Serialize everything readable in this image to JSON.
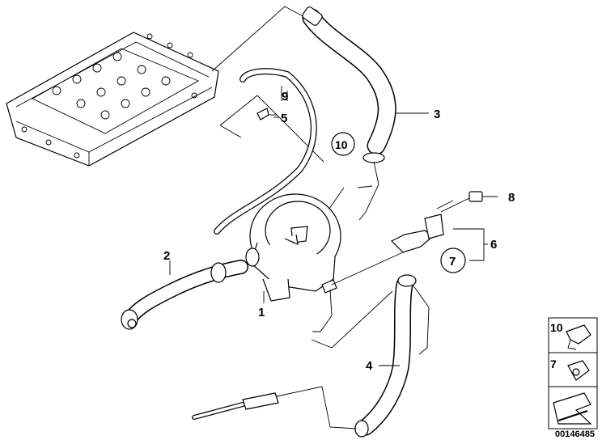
{
  "callouts": {
    "c1": "1",
    "c2": "2",
    "c3": "3",
    "c4": "4",
    "c5": "5",
    "c6": "6",
    "c7": "7",
    "c8": "8",
    "c9": "9",
    "c10": "10"
  },
  "legend": {
    "item_10": "10",
    "item_7": "7"
  },
  "doc_number": "00146485",
  "colors": {
    "ink": "#000000",
    "paper": "#ffffff"
  }
}
